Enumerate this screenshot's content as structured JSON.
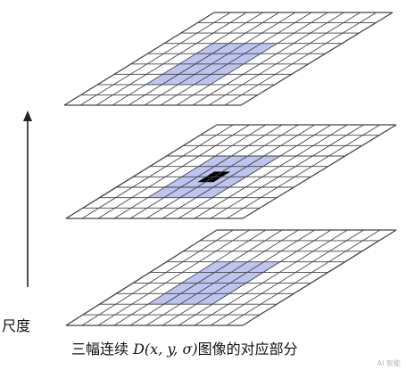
{
  "diagram": {
    "layers": [
      {
        "name": "top",
        "grid_cols": 11,
        "grid_rows": 9,
        "highlight_color": "#bcc4ef",
        "highlight_region": {
          "col_start": 3,
          "col_end": 6,
          "row_start": 3,
          "row_end": 6
        },
        "center_color": null
      },
      {
        "name": "middle",
        "grid_cols": 11,
        "grid_rows": 9,
        "highlight_color": "#bcc4ef",
        "highlight_region": {
          "col_start": 3,
          "col_end": 6,
          "row_start": 3,
          "row_end": 6
        },
        "center_color": "#000000"
      },
      {
        "name": "bottom",
        "grid_cols": 11,
        "grid_rows": 9,
        "highlight_color": "#bcc4ef",
        "highlight_region": {
          "col_start": 3,
          "col_end": 6,
          "row_start": 3,
          "row_end": 6
        },
        "center_color": null
      }
    ],
    "line_color": "#444444",
    "axis_label": "尺度",
    "caption_prefix": "三幅连续 ",
    "caption_math": "D(x, y, σ)",
    "caption_suffix": "图像的对应部分",
    "watermark": "AI 智能"
  }
}
